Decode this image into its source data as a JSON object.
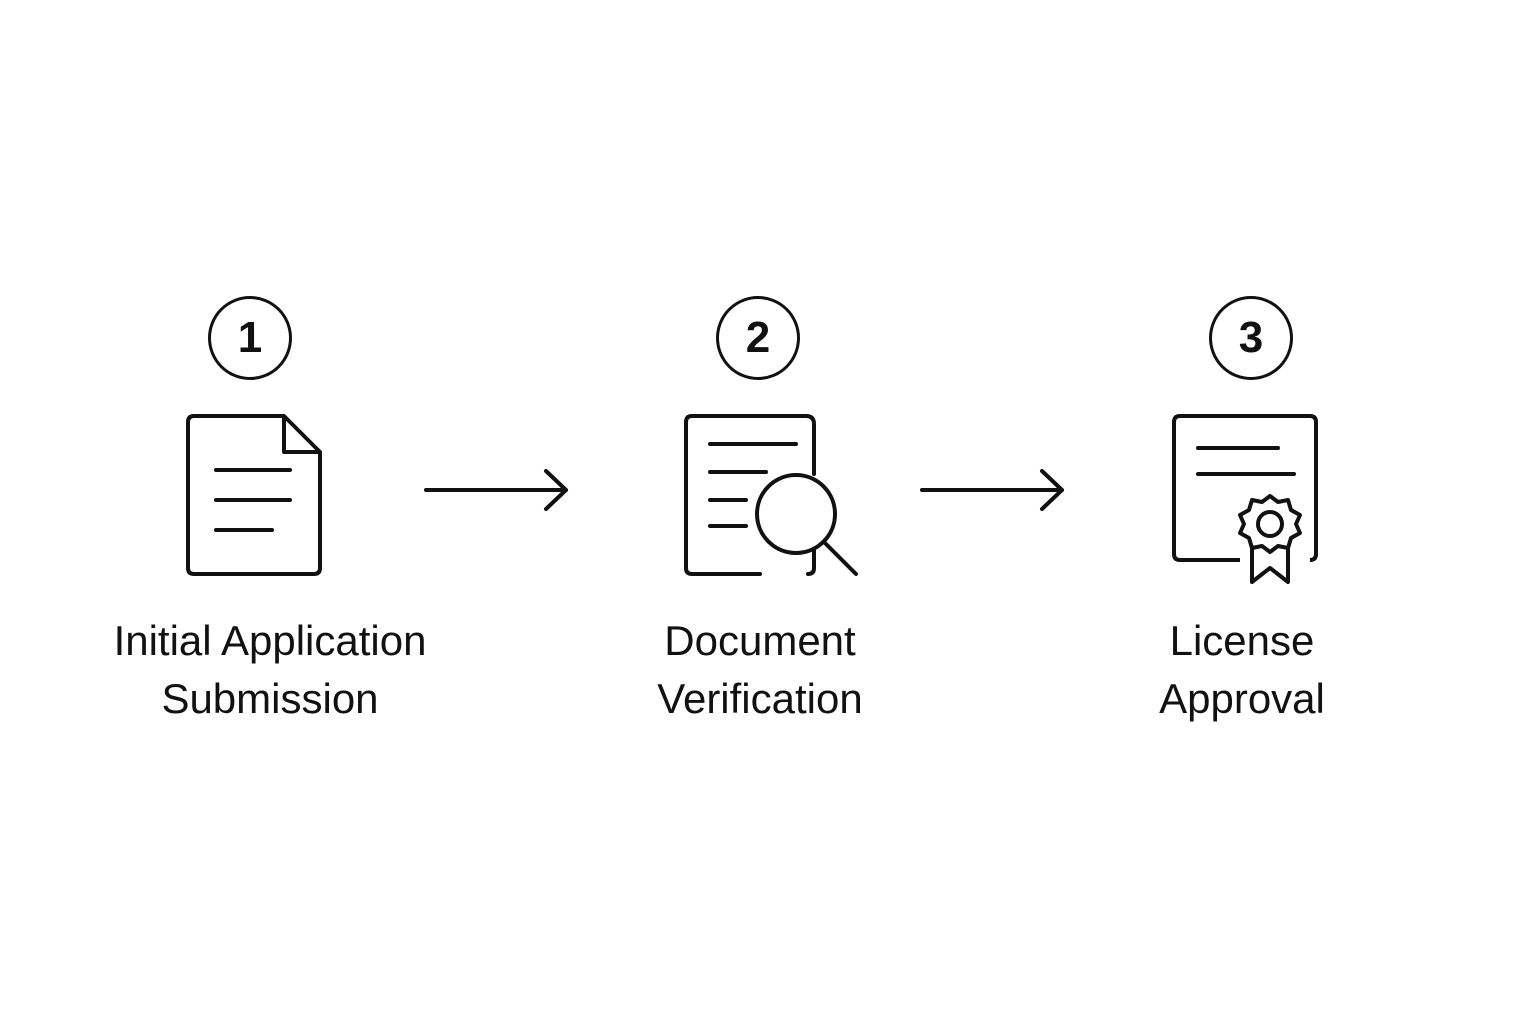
{
  "steps": [
    {
      "number": "1",
      "label_line1": "Initial Application",
      "label_line2": "Submission",
      "icon": "document-icon"
    },
    {
      "number": "2",
      "label_line1": "Document",
      "label_line2": "Verification",
      "icon": "document-search-icon"
    },
    {
      "number": "3",
      "label_line1": "License",
      "label_line2": "Approval",
      "icon": "certificate-icon"
    }
  ],
  "arrows": [
    "arrow-right-icon",
    "arrow-right-icon"
  ],
  "colors": {
    "stroke": "#111111",
    "background": "#ffffff"
  }
}
